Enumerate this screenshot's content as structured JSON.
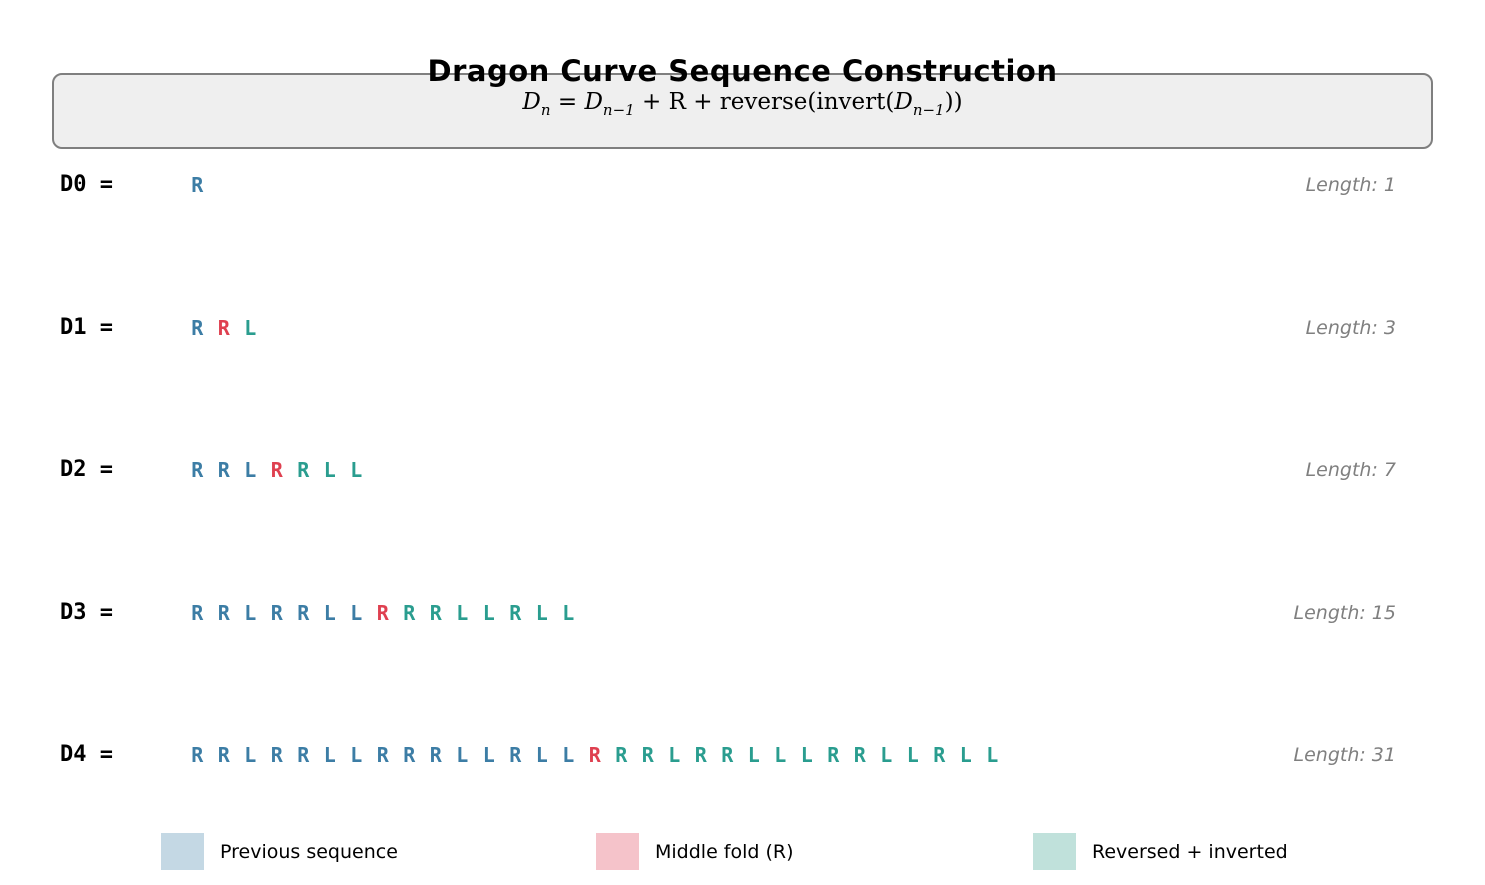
{
  "title": "Dragon Curve Sequence Construction",
  "formula": {
    "segments": [
      {
        "text": "D",
        "style": "var"
      },
      {
        "text": "n",
        "style": "sub"
      },
      {
        "text": " = ",
        "style": "plain"
      },
      {
        "text": "D",
        "style": "var"
      },
      {
        "text": "n−1",
        "style": "sub"
      },
      {
        "text": " + R + reverse(invert(",
        "style": "plain"
      },
      {
        "text": "D",
        "style": "var"
      },
      {
        "text": "n−1",
        "style": "sub"
      },
      {
        "text": "))",
        "style": "plain"
      }
    ]
  },
  "colors": {
    "previous": "#3c7da5",
    "middle": "#df4050",
    "reversed": "#2a9d8f",
    "previous_light": "#c4d8e4",
    "middle_light": "#f5c3ca",
    "reversed_light": "#c0e1db",
    "length_text": "#7f7f7f",
    "box_bg": "#efefef",
    "box_border": "#7f7f7f"
  },
  "rows": [
    {
      "label": "D0 =",
      "length": "Length: 1",
      "segments": [
        {
          "type": "previous",
          "chars": "R"
        }
      ]
    },
    {
      "label": "D1 =",
      "length": "Length: 3",
      "segments": [
        {
          "type": "previous",
          "chars": "R"
        },
        {
          "type": "middle",
          "chars": "R"
        },
        {
          "type": "reversed",
          "chars": "L"
        }
      ]
    },
    {
      "label": "D2 =",
      "length": "Length: 7",
      "segments": [
        {
          "type": "previous",
          "chars": "RRL"
        },
        {
          "type": "middle",
          "chars": "R"
        },
        {
          "type": "reversed",
          "chars": "RLL"
        }
      ]
    },
    {
      "label": "D3 =",
      "length": "Length: 15",
      "segments": [
        {
          "type": "previous",
          "chars": "RRLRRLL"
        },
        {
          "type": "middle",
          "chars": "R"
        },
        {
          "type": "reversed",
          "chars": "RRLLRLL"
        }
      ]
    },
    {
      "label": "D4 =",
      "length": "Length: 31",
      "segments": [
        {
          "type": "previous",
          "chars": "RRLRRLLRRRLLRLL"
        },
        {
          "type": "middle",
          "chars": "R"
        },
        {
          "type": "reversed",
          "chars": "RRLRRLLLRRLLRLL"
        }
      ]
    }
  ],
  "legend": [
    {
      "swatch": "previous_light",
      "label": "Previous sequence"
    },
    {
      "swatch": "middle_light",
      "label": "Middle fold (R)"
    },
    {
      "swatch": "reversed_light",
      "label": "Reversed + inverted"
    }
  ]
}
